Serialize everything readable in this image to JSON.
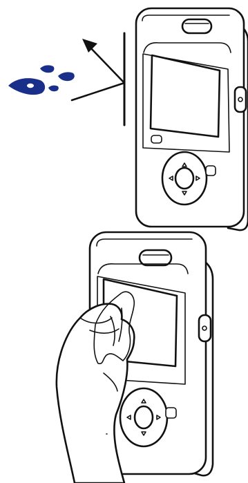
{
  "illustration": {
    "panels": [
      {
        "id": "splash-guard",
        "icons": [
          "water-drops-icon",
          "deflect-arrow-icon",
          "barrier-line",
          "camera-device"
        ]
      },
      {
        "id": "wipe-screen",
        "icons": [
          "camera-device",
          "hand",
          "cloth"
        ]
      }
    ],
    "colors": {
      "water": "#1a2f8a",
      "cloth": "#9a9a9a",
      "outline": "#111111",
      "background": "#ffffff"
    }
  }
}
